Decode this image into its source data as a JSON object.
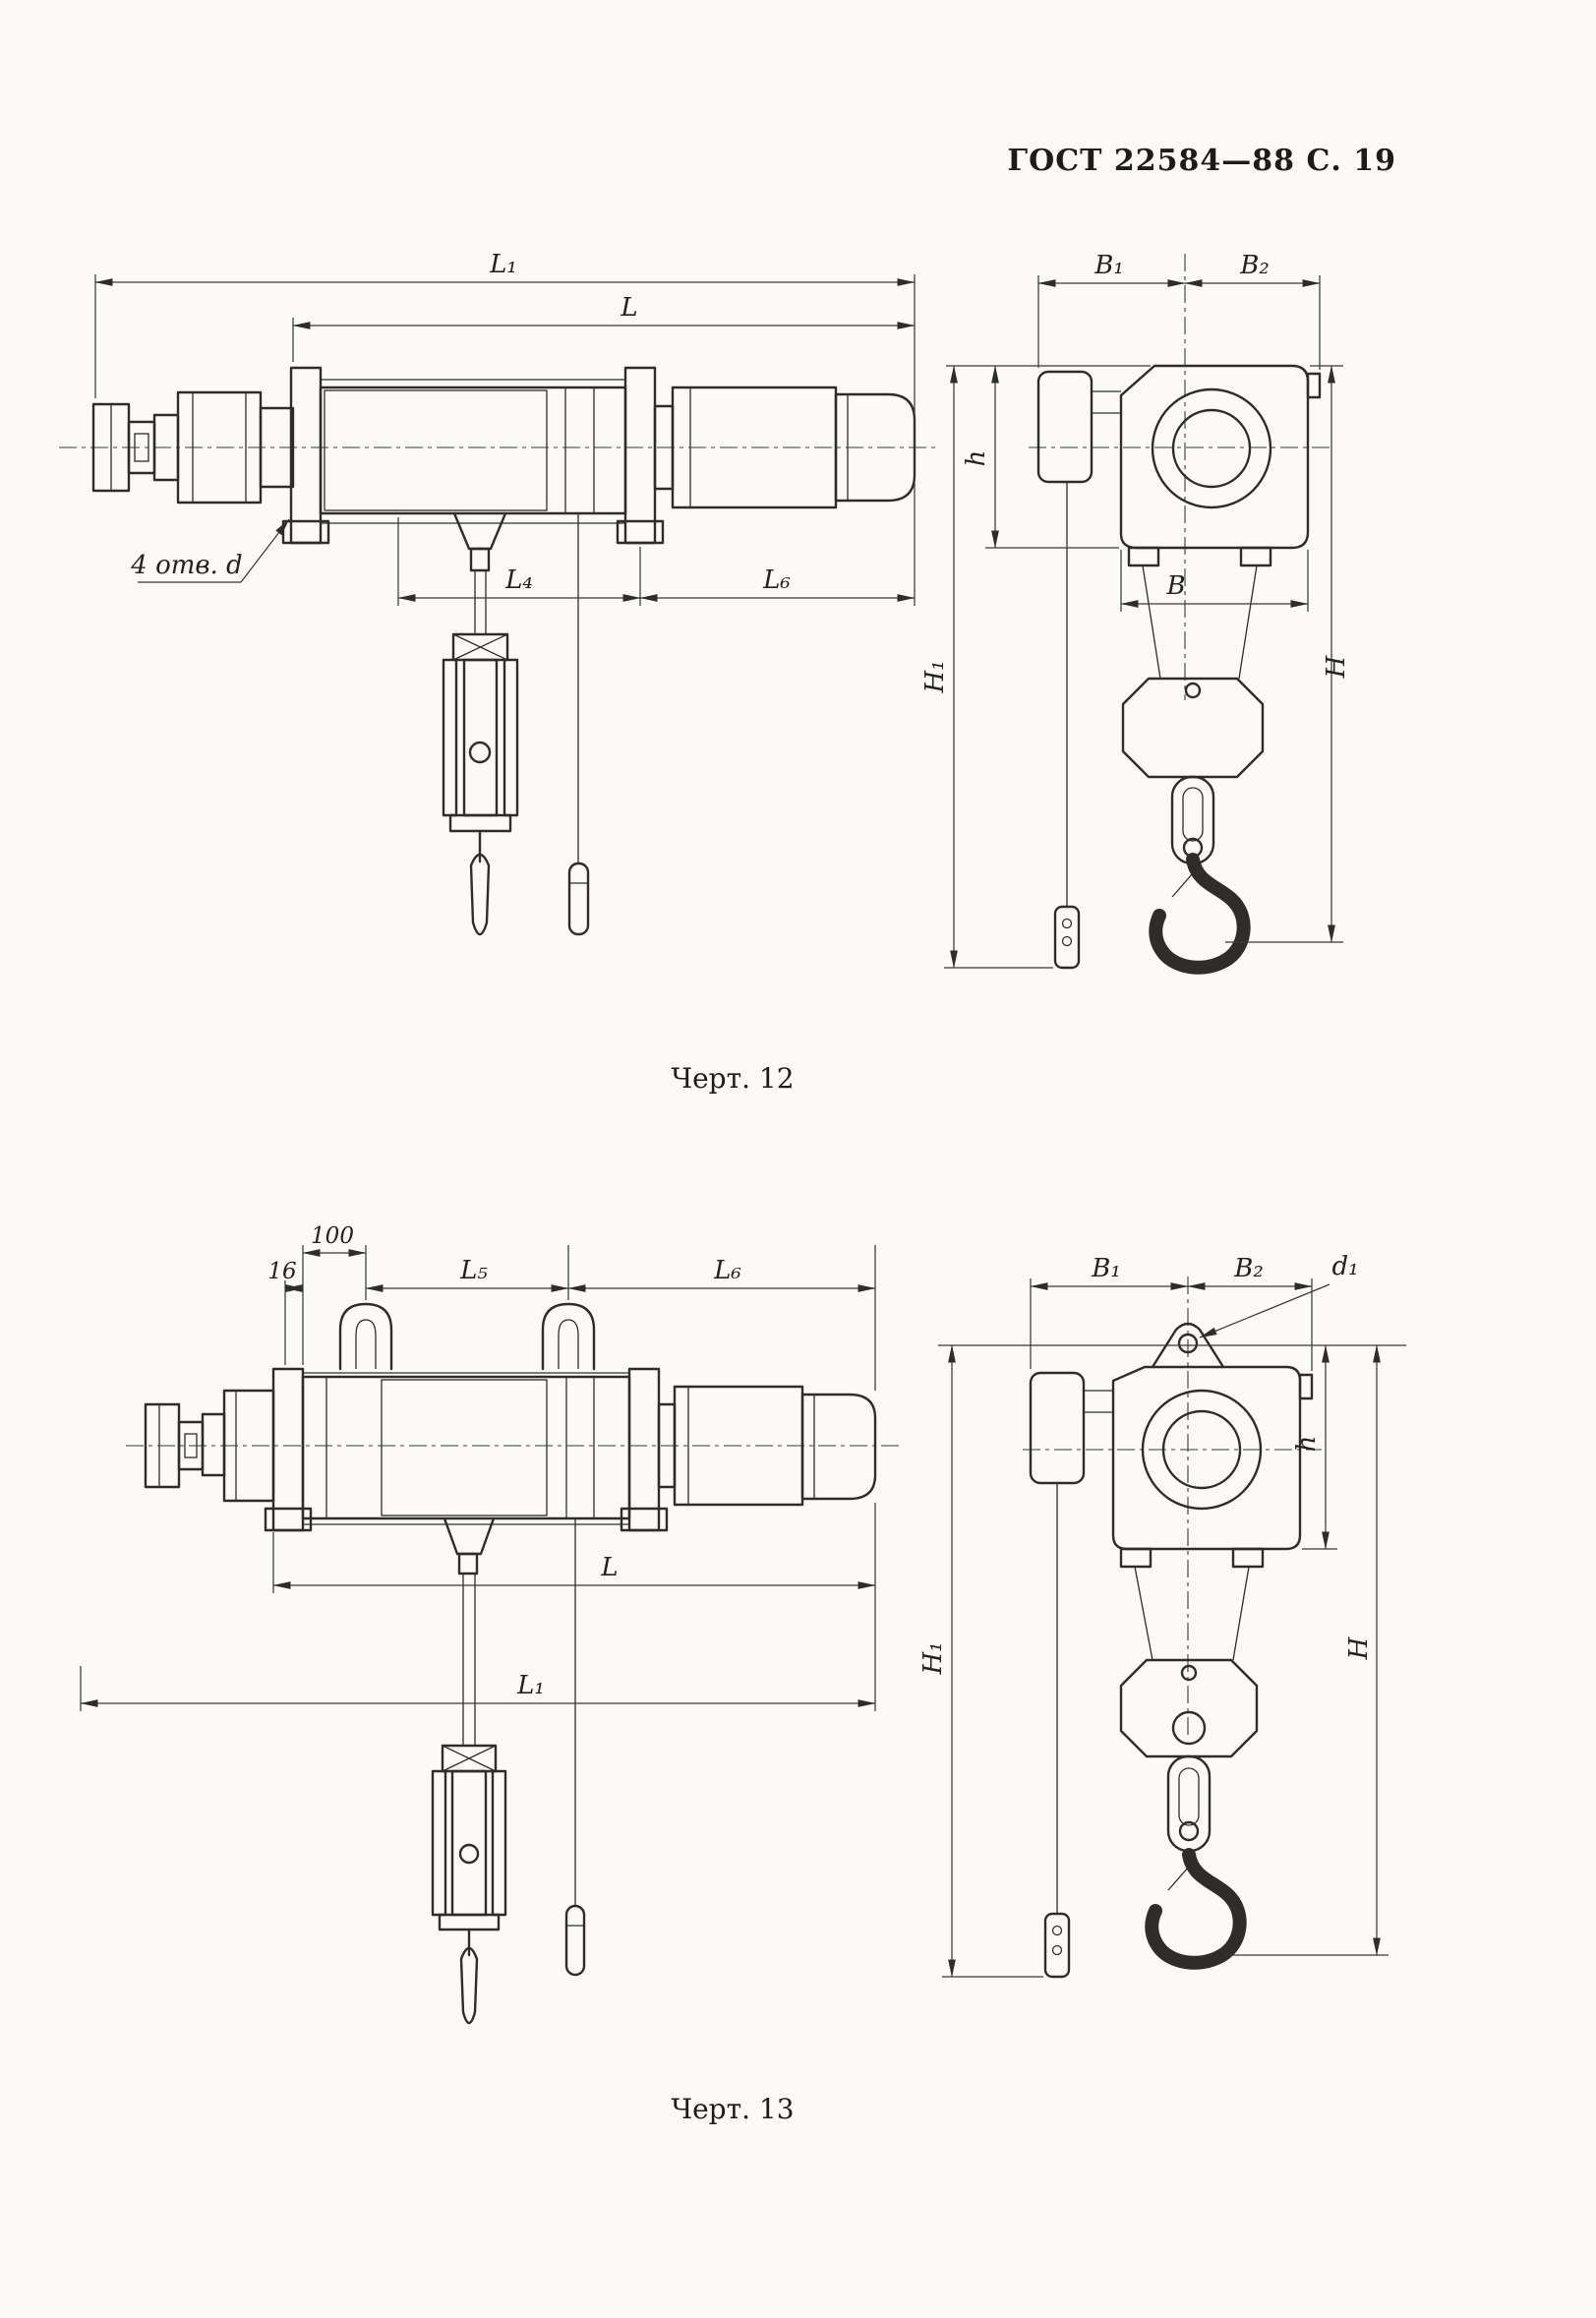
{
  "page": {
    "header": "ГОСТ 22584—88 С. 19"
  },
  "fig12": {
    "caption": "Черт. 12",
    "side_view": {
      "dims": {
        "l1": "L₁",
        "l": "L",
        "l4": "L₄",
        "l6": "L₆"
      },
      "note_holes": "4 отв. d"
    },
    "end_view": {
      "dims": {
        "b1": "B₁",
        "b2": "B₂",
        "b": "B",
        "h_small": "h",
        "h1": "H₁",
        "h_big": "H"
      }
    }
  },
  "fig13": {
    "caption": "Черт. 13",
    "side_view": {
      "dims": {
        "d100": "100",
        "d16": "16",
        "l5": "L₅",
        "l6": "L₆",
        "l": "L",
        "l1": "L₁"
      }
    },
    "end_view": {
      "dims": {
        "b1": "B₁",
        "b2": "B₂",
        "d1": "d₁",
        "h1": "H₁",
        "h_small": "h",
        "h_big": "H"
      }
    }
  }
}
